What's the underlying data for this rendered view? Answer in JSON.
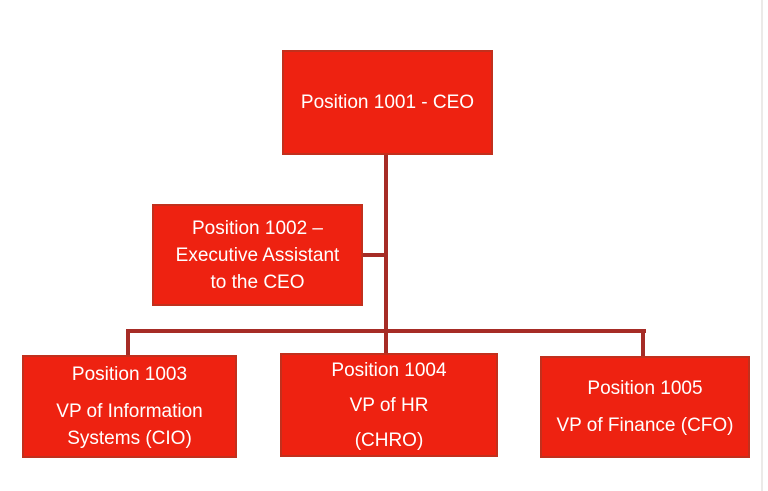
{
  "diagram": {
    "type": "org-chart",
    "nodes": [
      {
        "id": "1001",
        "lines": [
          "Position 1001 - CEO"
        ]
      },
      {
        "id": "1002",
        "lines": [
          "Position 1002 –",
          "Executive Assistant",
          "to the CEO"
        ]
      },
      {
        "id": "1003",
        "lines": [
          "Position 1003",
          "VP of Information Systems (CIO)"
        ]
      },
      {
        "id": "1004",
        "lines": [
          "Position 1004",
          "VP of HR",
          "(CHRO)"
        ]
      },
      {
        "id": "1005",
        "lines": [
          "Position 1005",
          "VP of Finance (CFO)"
        ]
      }
    ],
    "edges": [
      {
        "from": "1001",
        "to": "1002",
        "style": "assistant-offset"
      },
      {
        "from": "1001",
        "to": "1003",
        "style": "elbow"
      },
      {
        "from": "1001",
        "to": "1004",
        "style": "straight"
      },
      {
        "from": "1001",
        "to": "1005",
        "style": "elbow"
      }
    ],
    "colors": {
      "node_fill": "#ee2211",
      "node_border": "#c2301d",
      "connector": "#a62c26",
      "text": "#ffffff",
      "background": "#ffffff",
      "edge_artifact": "#ebeae8"
    }
  }
}
